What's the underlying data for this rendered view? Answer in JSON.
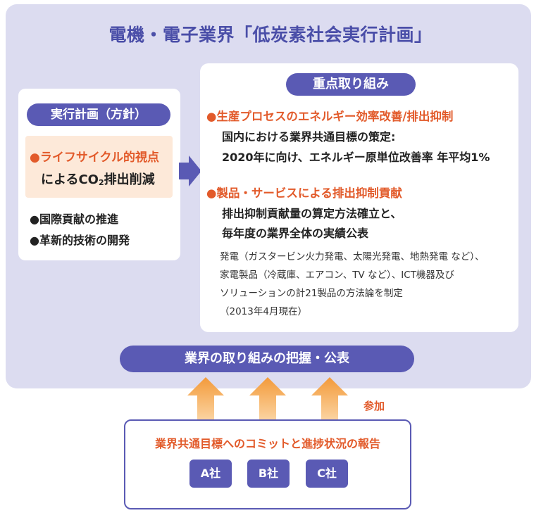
{
  "title": "電機・電子業界「低炭素社会実行計画」",
  "left": {
    "header": "実行計画（方針）",
    "highlight_line1": "●ライフサイクル的視点",
    "highlight_line2_pre": "によるCO",
    "highlight_line2_sub": "2",
    "highlight_line2_post": "排出削減",
    "items": [
      "●国際貢献の推進",
      "●革新的技術の開発"
    ]
  },
  "right": {
    "header": "重点取り組み",
    "section1_heading": "●生産プロセスのエネルギー効率改善/排出抑制",
    "section1_lines": [
      "国内における業界共通目標の策定:",
      "2020年に向け、エネルギー原単位改善率 年平均1%"
    ],
    "section2_heading": "●製品・サービスによる排出抑制貢献",
    "section2_lines": [
      "排出抑制貢献量の算定方法確立と、",
      "毎年度の業界全体の実績公表"
    ],
    "note_lines": [
      "発電（ガスタービン火力発電、太陽光発電、地熱発電 など）、",
      "家電製品（冷蔵庫、エアコン、TV など）、ICT機器及び",
      "ソリューションの計21製品の方法論を制定",
      "（2013年4月現在）"
    ]
  },
  "bottom_bar": "業界の取り組みの把握・公表",
  "participation_label": "参加",
  "bottom_box": {
    "title": "業界共通目標へのコミットと進捗状況の報告",
    "companies": [
      "A社",
      "B社",
      "C社"
    ]
  },
  "colors": {
    "accent_purple": "#5a5ab4",
    "title_purple": "#4a4ea8",
    "highlight_orange": "#e25a2a",
    "arrow_orange": "#f39a3a",
    "panel_bg": "#dcdcf0",
    "highlight_bg": "#fde9d9"
  },
  "icons": {
    "right_arrow": "chevron-right-arrow",
    "up_arrows": "block-up-arrow"
  }
}
